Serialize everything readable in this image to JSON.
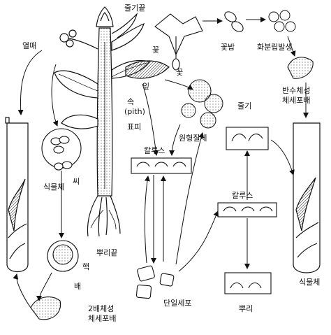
{
  "labels": {
    "shoot_tip": "줄기끝",
    "fruit": "열매",
    "flower_1": "꽃",
    "flower_2": "꽃",
    "anther": "꽃밥",
    "pollen_development": "화분립발생",
    "haploid_cell_top_1": "반수체성",
    "haploid_cell_top_2": "체세포배",
    "leaf": "잎",
    "pith_1": "속",
    "pith_2": "(pith)",
    "epidermis": "표피",
    "protoplast": "원형질체",
    "stem": "줄기",
    "callus_1": "칼루스",
    "callus_2": "칼루스",
    "plant_left": "식물체",
    "seed": "씨",
    "plant_right": "식물체",
    "nucleus": "핵",
    "embryo": "배",
    "root_tip": "뿌리끝",
    "single_cell": "단일세포",
    "root": "뿌리",
    "diploid_cell_1": "2배체성",
    "diploid_cell_2": "체세포배"
  }
}
